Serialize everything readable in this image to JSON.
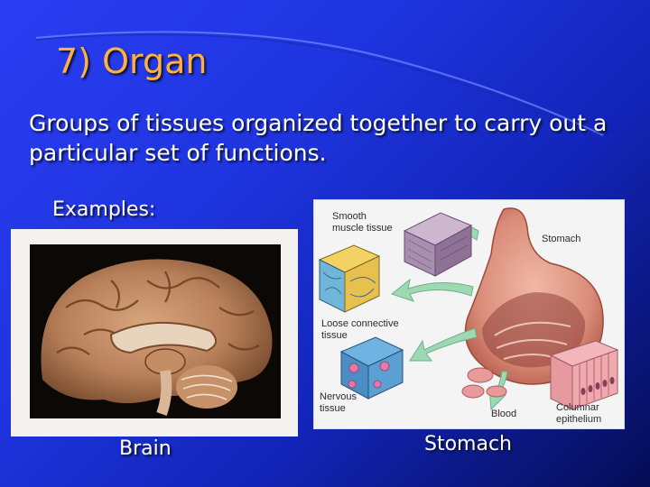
{
  "slide": {
    "title": "7) Organ",
    "definition": "Groups of tissues organized together to carry out a particular set of functions.",
    "examples_label": "Examples:",
    "captions": {
      "brain": "Brain",
      "stomach": "Stomach"
    }
  },
  "diagram": {
    "labels": {
      "smooth_muscle_line1": "Smooth",
      "smooth_muscle_line2": "muscle tissue",
      "stomach": "Stomach",
      "loose_connective_line1": "Loose connective",
      "loose_connective_line2": "tissue",
      "nervous_line1": "Nervous",
      "nervous_line2": "tissue",
      "blood": "Blood",
      "columnar_line1": "Columnar",
      "columnar_line2": "epithelium"
    }
  },
  "colors": {
    "title": "#ffb042",
    "background_start": "#2a3df2",
    "background_end": "#050d55"
  }
}
